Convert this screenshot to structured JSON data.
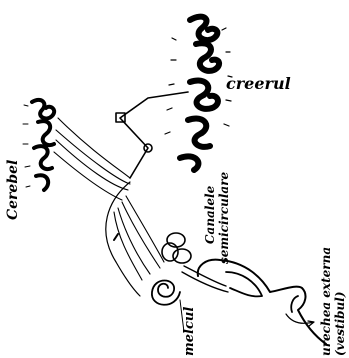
{
  "labels": {
    "creerul": "creerul",
    "cerebel": "Cerebel",
    "canalele": "Canalele",
    "semicirculare": "semicirculare",
    "melcul": "melcul",
    "urechea_externa": "urechea externa",
    "vestibul": "(vestibul)"
  },
  "colors": {
    "ink": "#000000",
    "paper": "#ffffff"
  }
}
